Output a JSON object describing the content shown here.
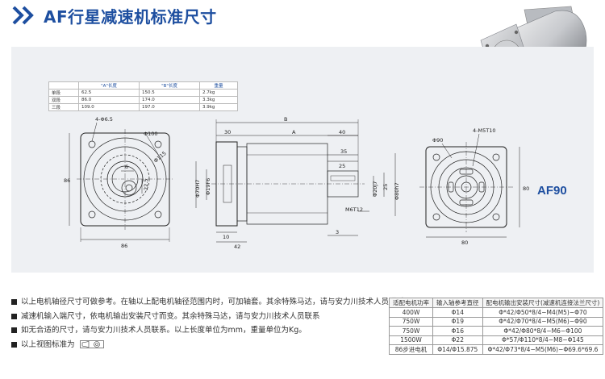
{
  "header": {
    "title": "AF行星减速机标准尺寸",
    "accent_color": "#1e4fa0"
  },
  "product_photo": {
    "icon": "planetary-gearbox-photo"
  },
  "length_table": {
    "headers": [
      "",
      "\"A\"长度",
      "\"B\"长度",
      "重量"
    ],
    "rows": [
      [
        "单段",
        "62.5",
        "150.5",
        "2.7kg"
      ],
      [
        "双段",
        "86.0",
        "174.0",
        "3.3kg"
      ],
      [
        "三段",
        "109.0",
        "197.0",
        "3.9kg"
      ]
    ]
  },
  "front_view": {
    "hole_label": "4-Φ6.5",
    "pcd_label": "Φ100",
    "pcd_small_label": "Φ115",
    "key_label": "6",
    "dim_225": "22.5",
    "height_label": "86",
    "width_label": "86"
  },
  "side_view": {
    "b_label": "B",
    "a_label": "A",
    "d30_label": "30",
    "d40_label": "40",
    "d35_label": "35",
    "d25_label": "25",
    "d3_label": "3",
    "d10_label": "10",
    "d42_label": "42",
    "phi70_label": "Φ70H7",
    "phi19_label": "Φ19F6",
    "phi20_label": "Φ20j7",
    "phi80_label": "Φ80h7",
    "m6_label": "M6T12",
    "d25v_label": "25"
  },
  "rear_view": {
    "phi90_label": "Φ90",
    "thread_label": "4-M5T10",
    "height_label": "80",
    "width_label": "80"
  },
  "model_label": "AF90",
  "notes": [
    "以上电机轴径尺寸可做参考。在轴以上配电机轴径范围内时，可加轴套。其余特殊马达，请与安力川技术人员联系",
    "减速机输入端尺寸，依电机输出安装尺寸而变。其余特殊马达，请与安力川技术人员联系",
    "如无合适的尺寸，请与安力川技术人员联系。以上长度单位为mm，重量单位为Kg。",
    "以上视图标准为"
  ],
  "motor_table": {
    "headers": [
      "适配电机功率",
      "输入轴参考直径",
      "配电机输出安装尺寸(减速机连接法兰尺寸)"
    ],
    "rows": [
      [
        "400W",
        "Φ14",
        "Φ*42/Φ50*8/4−M4(M5)−Φ70"
      ],
      [
        "750W",
        "Φ19",
        "Φ*42/Φ70*8/4−M5(M6)−Φ90"
      ],
      [
        "750W",
        "Φ16",
        "Φ*42/Φ80*8/4−M6−Φ100"
      ],
      [
        "1500W",
        "Φ22",
        "Φ*57/Φ110*8/4−M8−Φ145"
      ],
      [
        "86步进电机",
        "Φ14/Φ15.875",
        "Φ*42/Φ73*8/4−M5(M6)−Φ69.6*69.6"
      ]
    ]
  }
}
